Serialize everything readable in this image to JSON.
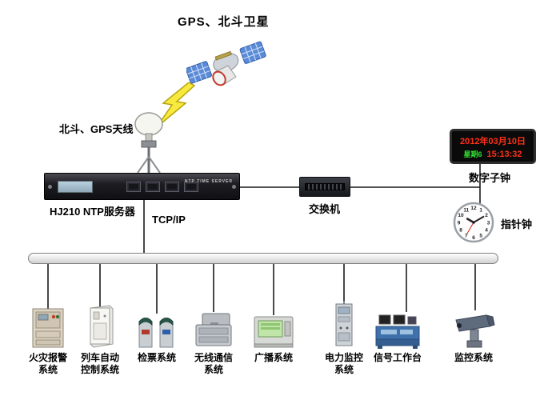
{
  "diagram": {
    "satellite_label": "GPS、北斗卫星",
    "antenna_label": "北斗、GPS天线",
    "server_label": "HJ210 NTP服务器",
    "server_panel_text": "NTP TIME SERVER",
    "tcpip_label": "TCP/IP",
    "switch_label": "交换机"
  },
  "digital_clock": {
    "label": "数字子钟",
    "date": "2012年03月10日",
    "weekday": "星期6",
    "time": "15:13:32"
  },
  "analog_clock": {
    "label": "指针钟",
    "numerals": [
      "12",
      "1",
      "2",
      "3",
      "4",
      "5",
      "6",
      "7",
      "8",
      "9",
      "10",
      "11"
    ]
  },
  "devices": [
    {
      "label": "火灾报警系统"
    },
    {
      "label": "列车自动控制系统"
    },
    {
      "label": "检票系统"
    },
    {
      "label": "无线通信系统"
    },
    {
      "label": "广播系统"
    },
    {
      "label": "电力监控系统"
    },
    {
      "label": "信号工作台"
    },
    {
      "label": "监控系统"
    }
  ],
  "colors": {
    "line": "#1a1a1a",
    "led_red": "#ff3018",
    "led_green": "#2ee22e",
    "panel_blue": "#5b8bd8",
    "bolt_yellow": "#f7e93d"
  }
}
